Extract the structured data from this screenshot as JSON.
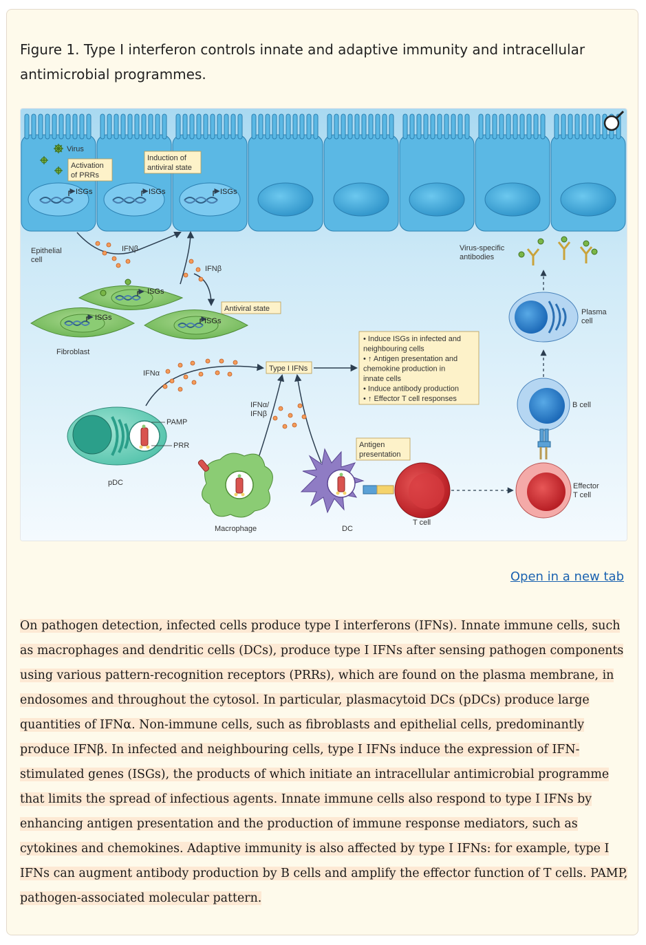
{
  "figure": {
    "title": "Figure 1. Type I interferon controls innate and adaptive immunity and intracellular antimicrobial programmes.",
    "labels": {
      "virus": "Virus",
      "activation": [
        "Activation",
        "of PRRs"
      ],
      "induction": [
        "Induction of",
        "antiviral state"
      ],
      "isgs": "ISGs",
      "epithelial": [
        "Epithelial",
        "cell"
      ],
      "ifnb": "IFNβ",
      "antiviral_state": "Antiviral state",
      "fibroblast": "Fibroblast",
      "ifna": "IFNα",
      "type1_ifns": "Type I IFNs",
      "ifna_ifnb": [
        "IFNα/",
        "IFNβ"
      ],
      "pamp": "PAMP",
      "prr": "PRR",
      "pdc": "pDC",
      "macrophage": "Macrophage",
      "dc": "DC",
      "antigen_presentation": [
        "Antigen",
        "presentation"
      ],
      "tcell": "T cell",
      "effector": [
        "Effector",
        "T cell"
      ],
      "bcell": "B cell",
      "plasma": [
        "Plasma",
        "cell"
      ],
      "antibodies": [
        "Virus-specific",
        "antibodies"
      ],
      "effects": [
        "• Induce ISGs in infected and",
        "  neighbouring cells",
        "• ↑ Antigen presentation and",
        "  chemokine production in",
        "  innate cells",
        "• Induce antibody production",
        "• ↑ Effector T cell responses"
      ]
    },
    "open_link": "Open in a new tab",
    "caption": "On pathogen detection, infected cells produce type I interferons (IFNs). Innate immune cells, such as macrophages and dendritic cells (DCs), produce type I IFNs after sensing pathogen components using various pattern-recognition receptors (PRRs), which are found on the plasma membrane, in endosomes and throughout the cytosol. In particular, plasmacytoid DCs (pDCs) produce large quantities of IFNα. Non-immune cells, such as fibroblasts and epithelial cells, predominantly produce IFNβ. In infected and neighbouring cells, type I IFNs induce the expression of IFN-stimulated genes (ISGs), the products of which initiate an intracellular antimicrobial programme that limits the spread of infectious agents. Innate immune cells also respond to type I IFNs by enhancing antigen presentation and the production of immune response mediators, such as cytokines and chemokines. Adaptive immunity is also affected by type I IFNs: for example, type I IFNs can augment antibody production by B cells and amplify the effector function of T cells. PAMP, pathogen-associated molecular pattern."
  },
  "colors": {
    "card_bg": "#fefaeb",
    "highlight": "#fde9d4",
    "link": "#1a62b0",
    "epithelium": "#5bb8e4",
    "fibroblast": "#7cc36a",
    "label_box": "#fdf2c9"
  }
}
